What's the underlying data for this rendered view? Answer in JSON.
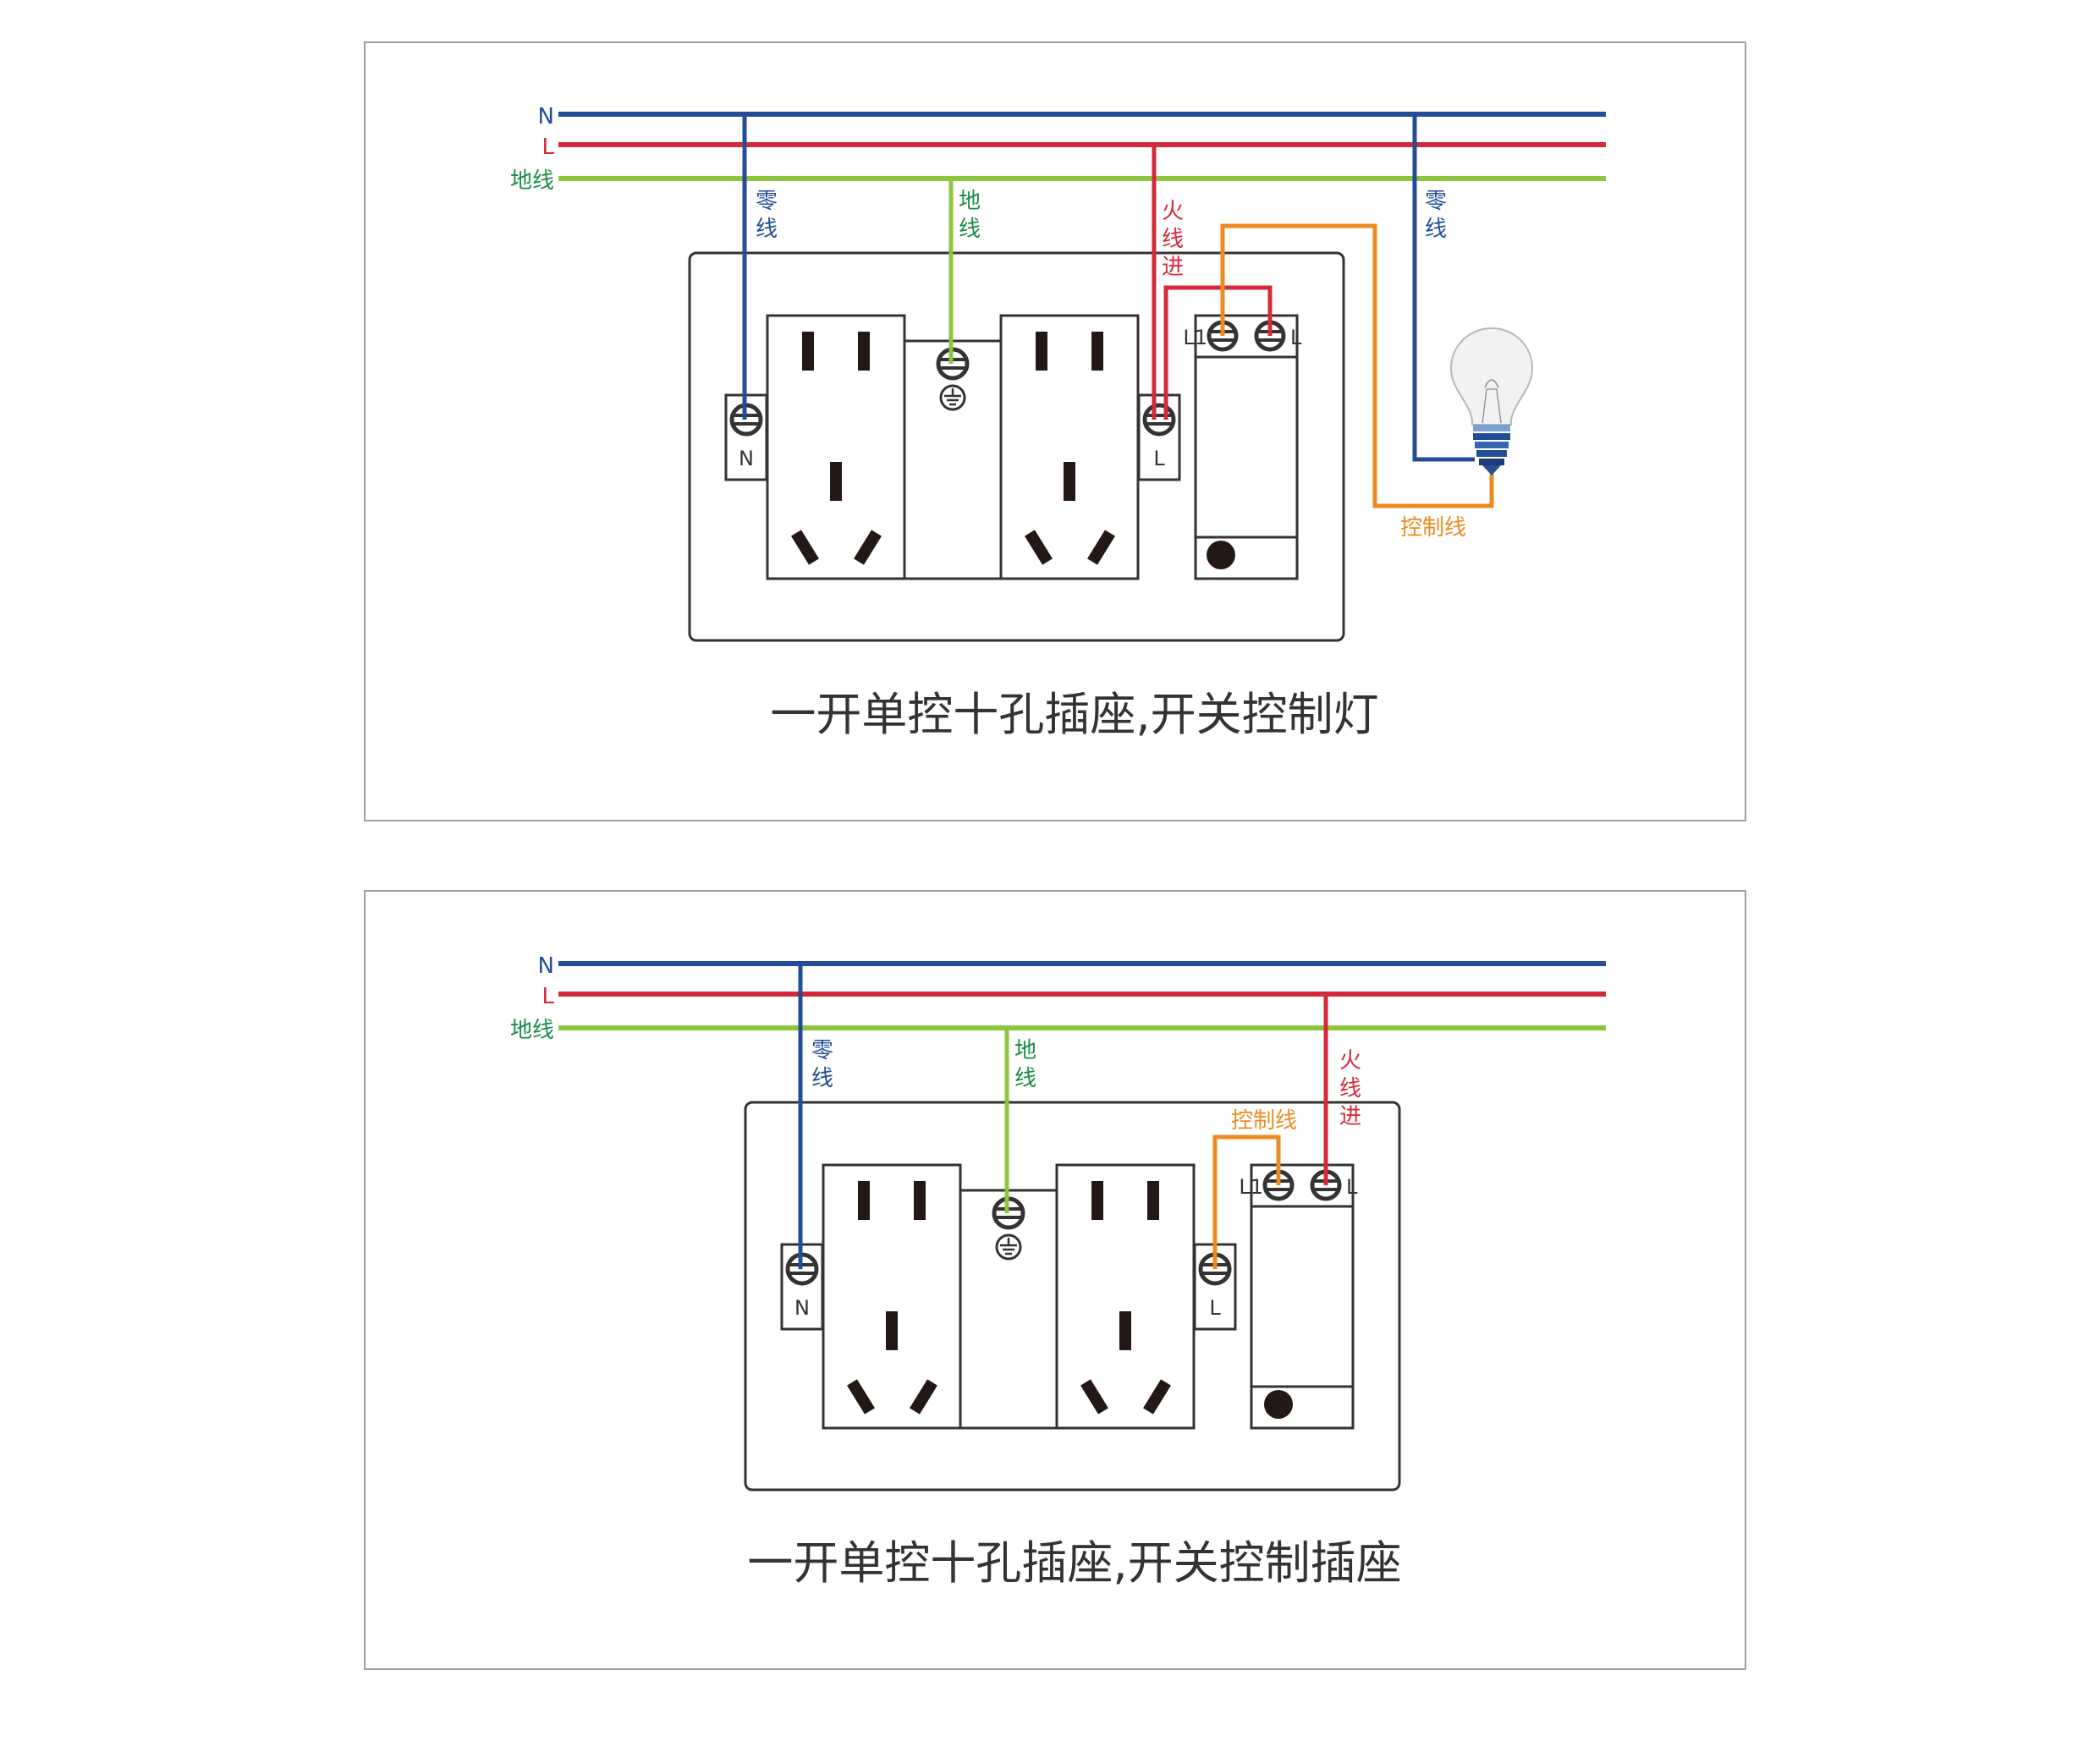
{
  "colors": {
    "neutral": "#234d94",
    "live": "#d42a3a",
    "ground": "#8cc63f",
    "ground_text": "#1a8c4a",
    "control": "#ec8b1f",
    "outline": "#333333",
    "frame": "#9e9e9e"
  },
  "diagrams": [
    {
      "bus_labels": {
        "neutral": "N",
        "live": "L",
        "ground": "地线"
      },
      "wire_labels": {
        "neutral": "零\n线",
        "ground": "地\n线",
        "live_in": "火\n线\n进",
        "lamp_neutral": "零\n线",
        "control": "控制线"
      },
      "terminal_labels": {
        "n": "N",
        "l": "L",
        "switch_l1": "L1",
        "switch_l": "L"
      },
      "caption": "一开单控十孔插座,开关控制灯"
    },
    {
      "bus_labels": {
        "neutral": "N",
        "live": "L",
        "ground": "地线"
      },
      "wire_labels": {
        "neutral": "零\n线",
        "ground": "地\n线",
        "live_in": "火\n线\n进",
        "control": "控制线"
      },
      "terminal_labels": {
        "n": "N",
        "l": "L",
        "switch_l1": "L1",
        "switch_l": "L"
      },
      "caption": "一开单控十孔插座,开关控制插座"
    }
  ]
}
